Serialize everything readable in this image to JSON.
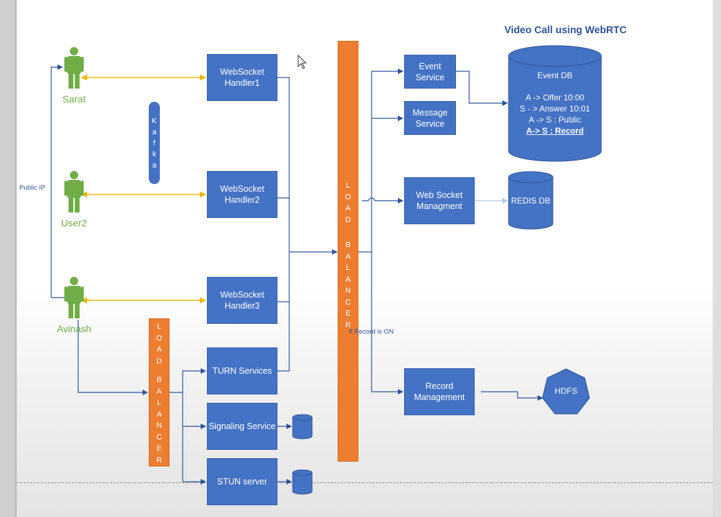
{
  "title": "Video Call using WebRTC",
  "users": [
    {
      "name": "Sarat"
    },
    {
      "name": "User2"
    },
    {
      "name": "Avinash"
    }
  ],
  "public_ip_label": "Public IP",
  "kafka_label": "Kafka",
  "handlers": [
    {
      "label": "WebSocket\nHandler1"
    },
    {
      "label": "WebSocket\nHandler2"
    },
    {
      "label": "WebSocket\nHandler3"
    }
  ],
  "lower_services": [
    {
      "label": "TURN Services"
    },
    {
      "label": "Signaling Service"
    },
    {
      "label": "STUN server"
    }
  ],
  "load_balancer_label": "LOAD BALANCER",
  "right_services": {
    "event_service": "Event\nService",
    "message_service": "Message\nService",
    "websocket_management": "Web Socket\nManagment",
    "record_management": "Record\nManagement"
  },
  "event_db": {
    "title": "Event DB",
    "entries": [
      "A -> Offer 10:00",
      "S - > Answer 10:01",
      "A -> S : Public"
    ],
    "highlight_entry": "A-> S  : Record"
  },
  "redis_label": "REDIS DB",
  "hdfs_label": "HDFS",
  "record_note": "If Record is ON",
  "colors": {
    "box_blue": "#4472c4",
    "load_balancer_orange": "#ed7d31",
    "user_green": "#70ad47",
    "connector_yellow": "#f2b705",
    "line_blue": "#2f5597",
    "redis_arrow": "#b4c7e7"
  }
}
